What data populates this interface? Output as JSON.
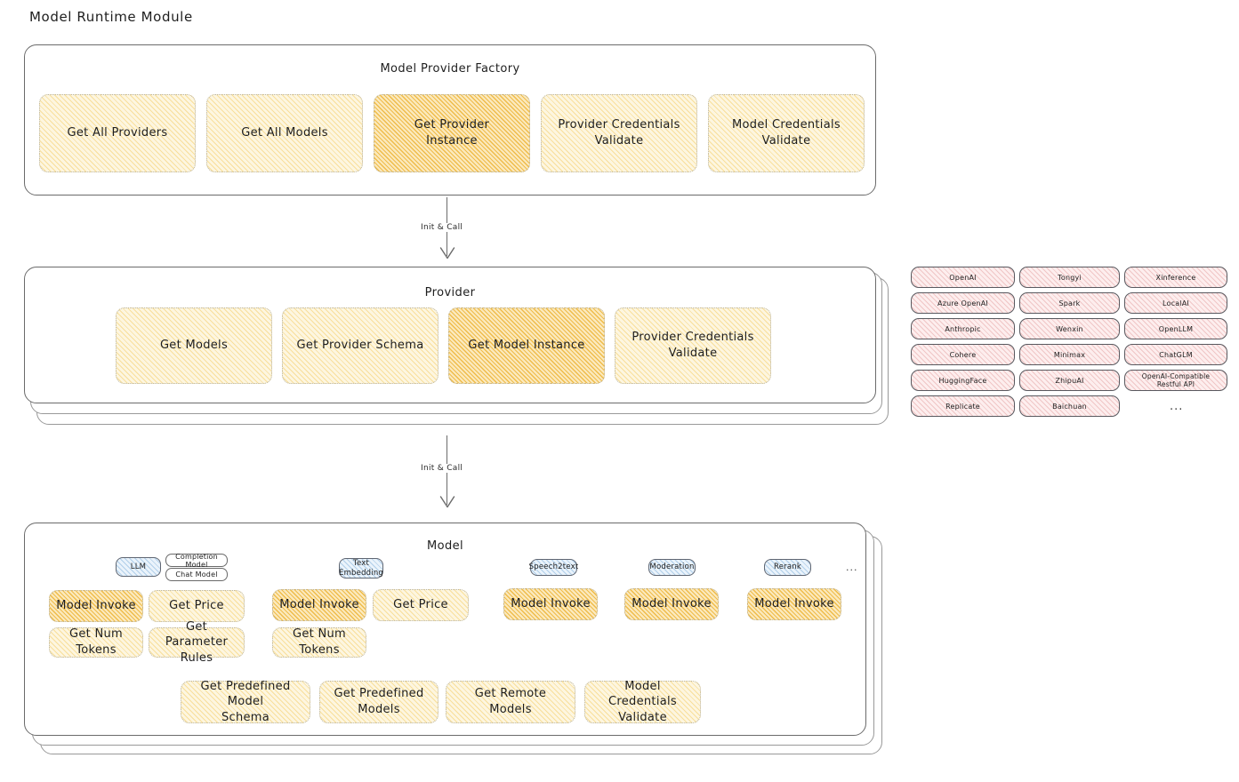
{
  "page": {
    "title": "Model Runtime Module"
  },
  "colors": {
    "accent_yellow": "#fdf6e0",
    "accent_yellow_strong": "#fbe9bd",
    "accent_blue": "#eaf3fb",
    "accent_pink": "#fdeeee",
    "stroke": "#6b6b6b",
    "text": "#1e1e1e"
  },
  "factory": {
    "title": "Model Provider Factory",
    "ops": [
      {
        "label": "Get All Providers",
        "highlight": false
      },
      {
        "label": "Get All Models",
        "highlight": false
      },
      {
        "label": "Get Provider\nInstance",
        "highlight": true
      },
      {
        "label": "Provider Credentials\nValidate",
        "highlight": false
      },
      {
        "label": "Model Credentials\nValidate",
        "highlight": false
      }
    ]
  },
  "connector_1": {
    "label": "Init & Call"
  },
  "provider": {
    "title": "Provider",
    "ops": [
      {
        "label": "Get Models",
        "highlight": false
      },
      {
        "label": "Get Provider Schema",
        "highlight": false
      },
      {
        "label": "Get Model Instance",
        "highlight": true
      },
      {
        "label": "Provider Credentials\nValidate",
        "highlight": false
      }
    ]
  },
  "connector_2": {
    "label": "Init & Call"
  },
  "provider_list": {
    "columns": [
      {
        "tags": [
          "OpenAI",
          "Azure OpenAI",
          "Anthropic",
          "Cohere",
          "HuggingFace",
          "Replicate"
        ]
      },
      {
        "tags": [
          "Tongyi",
          "Spark",
          "Wenxin",
          "Minimax",
          "ZhipuAI",
          "Baichuan"
        ]
      },
      {
        "tags": [
          "Xinference",
          "LocalAI",
          "OpenLLM",
          "ChatGLM",
          "OpenAI-Compatible Restful API"
        ]
      }
    ],
    "more": "..."
  },
  "model": {
    "title": "Model",
    "more": "...",
    "types": [
      {
        "badge": "LLM",
        "sub_badges": [
          "Completion Model",
          "Chat Model"
        ],
        "ops": [
          {
            "label": "Model Invoke",
            "highlight": true
          },
          {
            "label": "Get Price",
            "highlight": false
          },
          {
            "label": "Get Num Tokens",
            "highlight": false
          },
          {
            "label": "Get Parameter\nRules",
            "highlight": false
          }
        ]
      },
      {
        "badge": "Text\nEmbedding",
        "sub_badges": [],
        "ops": [
          {
            "label": "Model Invoke",
            "highlight": true
          },
          {
            "label": "Get Price",
            "highlight": false
          },
          {
            "label": "Get Num Tokens",
            "highlight": false
          }
        ]
      },
      {
        "badge": "Speech2text",
        "sub_badges": [],
        "ops": [
          {
            "label": "Model Invoke",
            "highlight": true
          }
        ]
      },
      {
        "badge": "Moderation",
        "sub_badges": [],
        "ops": [
          {
            "label": "Model Invoke",
            "highlight": true
          }
        ]
      },
      {
        "badge": "Rerank",
        "sub_badges": [],
        "ops": [
          {
            "label": "Model Invoke",
            "highlight": true
          }
        ]
      }
    ],
    "shared_ops": [
      {
        "label": "Get Predefined Model\nSchema"
      },
      {
        "label": "Get Predefined\nModels"
      },
      {
        "label": "Get Remote Models"
      },
      {
        "label": "Model Credentials\nValidate"
      }
    ]
  }
}
